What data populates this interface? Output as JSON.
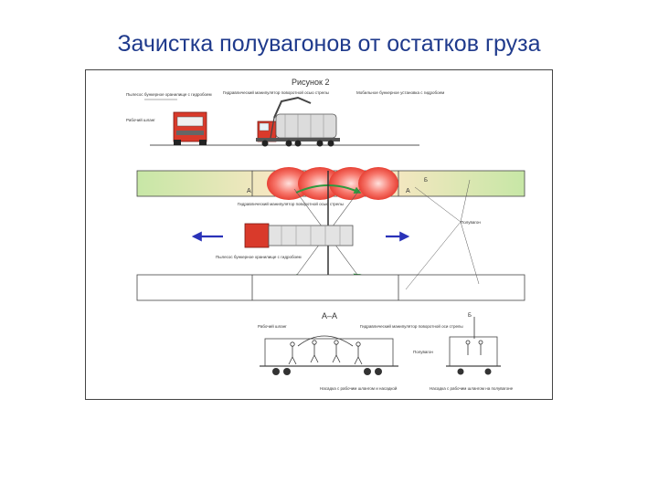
{
  "slide": {
    "title": "Зачистка полувагонов от остатков груза"
  },
  "figure": {
    "caption": "Рисунок 2",
    "side_view": {
      "labels": {
        "boom": "Гидравлический манипулятор поворотной осью стрелы",
        "tank_left": "Пылесос бункерное хранилище с гидробоем",
        "tank_right": "Мобильное бункерное установка с гидробоем",
        "operator": "Рабочий шланг"
      }
    },
    "plan_view": {
      "section_mark": "A",
      "section_mark_side": "Б",
      "labels": {
        "boom": "Гидравлический манипулятор поворотной осью стрелы",
        "tank": "Пылесос бункерное хранилище с гидробоем",
        "wagons": "Полувагон"
      }
    },
    "section_view": {
      "title": "А–А",
      "side_mark": "Б",
      "labels": {
        "hose": "Рабочий шланг",
        "manipulator": "Гидравлический манипулятор поворотной оси стрелы",
        "wagon": "Полувагон",
        "nozzle": "Насадка с рабочим шлангом и насадкой",
        "worker": "Насадка с рабочим шлангом на полувагоне"
      }
    },
    "colors": {
      "wagon_fill": "#d7edb4",
      "cabin_red": "#d93a2b",
      "sweep_red": "#f2564a",
      "arrow_blue": "#2a32b8",
      "arc_green": "#2e9a3e"
    }
  }
}
